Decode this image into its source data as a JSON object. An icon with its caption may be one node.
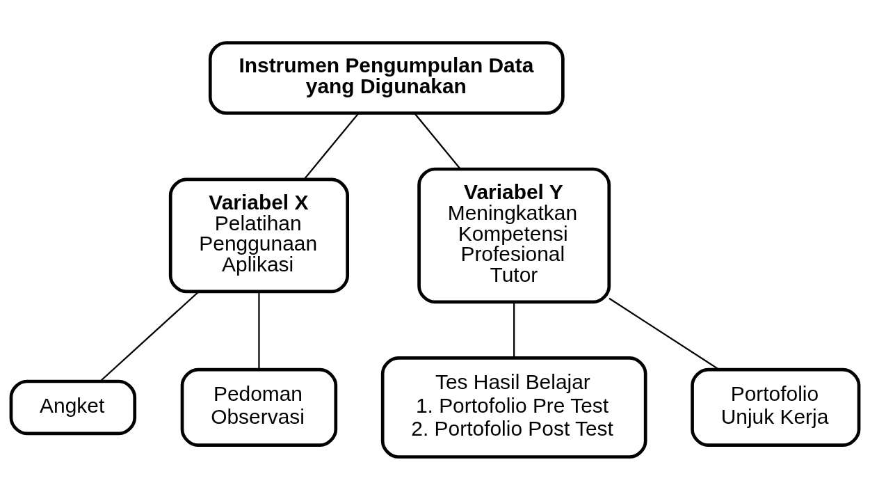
{
  "diagram": {
    "nodes": [
      {
        "text": [
          "Instrumen Pengumpulan Data yang Digunakan"
        ]
      },
      {
        "text": [
          "Variabel X",
          "Pelatihan Penggunaan Aplikasi"
        ]
      },
      {
        "text": [
          "Variabel Y",
          "Meningkatkan Kompetensi Profesional Tutor"
        ]
      },
      {
        "text": [
          "Angket"
        ]
      },
      {
        "text": [
          "Pedoman Observasi"
        ]
      },
      {
        "text": [
          "Tes Hasil Belajar",
          "1. Portofolio Pre Test",
          "2. Portofolio Post Test"
        ]
      },
      {
        "text": [
          "Portofolio Unjuk Kerja"
        ]
      }
    ],
    "edges": [
      {
        "from": 0,
        "to": 1,
        "arrow": "none"
      },
      {
        "from": 0,
        "to": 2,
        "arrow": "none"
      },
      {
        "from": 1,
        "to": 3,
        "arrow": "none"
      },
      {
        "from": 1,
        "to": 4,
        "arrow": "none"
      },
      {
        "from": 2,
        "to": 5,
        "arrow": "none"
      },
      {
        "from": 2,
        "to": 6,
        "arrow": "none"
      }
    ]
  }
}
